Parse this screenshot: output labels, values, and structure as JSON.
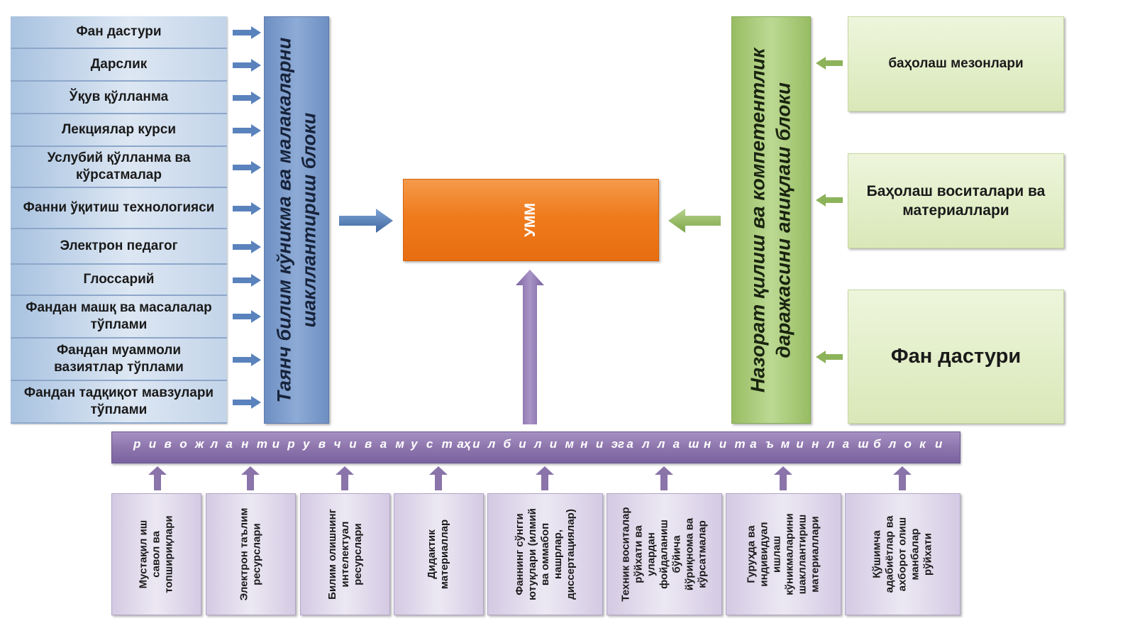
{
  "left_items": [
    "Фан дастури",
    "Дарслик",
    "Ўқув қўлланма",
    "Лекциялар курси",
    "Услубий қўлланма ва кўрсатмалар",
    "Фанни ўқитиш технологияси",
    "Электрон педагог",
    "Глоссарий",
    "Фандан машқ ва масалалар тўплами",
    "Фандан муаммоли вазиятлар тўплами",
    "Фандан тадқиқот мавзулари тўплами"
  ],
  "left_block": {
    "line1": "Таянч билим кўникма ва малакаларни",
    "line2": "шакллантириш блоки"
  },
  "center": {
    "label": "УММ"
  },
  "right_block": {
    "line1": "Назорат қилиш ва компетентлик",
    "line2": "даражасини аниқлаш блоки"
  },
  "right_items": [
    "баҳолаш мезонлари",
    "Баҳолаш воситалари ва материаллари",
    "Фан дастури"
  ],
  "bottom_bar": {
    "letters": [
      "р",
      "и",
      "в",
      "о",
      "ж",
      "л",
      "а",
      "н",
      "т",
      "и",
      "р",
      "у",
      "в",
      "ч",
      "и",
      "в",
      "а",
      "м",
      "у",
      "с",
      "т",
      "аҳ",
      "и",
      "л",
      "б",
      "и",
      "л",
      "и",
      "м",
      "н",
      "и",
      "эг",
      "а",
      "л",
      "л",
      "а",
      "ш",
      "н",
      "и",
      "т",
      "а",
      "ъ",
      "м",
      "и",
      "н",
      "л",
      "а",
      "ш",
      "б",
      "л",
      "о",
      "к",
      "и"
    ]
  },
  "bottom_items": [
    [
      "Мустақил иш",
      "савол ва",
      "топшириқлари"
    ],
    [
      "Электрон таълим",
      "ресурслари"
    ],
    [
      "Билим олишнинг",
      "интелектуал",
      "ресурслари"
    ],
    [
      "Дидактик",
      "материаллар"
    ],
    [
      "Фаннинг сўнгги",
      "ютуқлари  (илмий",
      "ва оммабоп",
      "нашрлар,",
      "диссертациялар)"
    ],
    [
      "Техник воситалар",
      "рўйхати ва",
      "улардан",
      "фойдаланиш",
      "бўйича",
      "йўриқнома ва",
      "кўрсатмалар"
    ],
    [
      "Гуруҳда ва",
      "индивидуал",
      "ишлаш",
      "кўникмаларини",
      "шакллантириш",
      "материаллари"
    ],
    [
      "Қўшимча",
      "адабиётлар ва",
      "ахборот олиш",
      "манбалар",
      "рўйхати"
    ]
  ],
  "colors": {
    "blue_block": "#7b9ccc",
    "green_block": "#a8c97a",
    "orange": "#f07c1e",
    "purple_bar": "#8e76ad",
    "purple_arrow": "#8a74aa",
    "blue_arrow": "#5a82bd",
    "green_arrow": "#8db35a"
  }
}
